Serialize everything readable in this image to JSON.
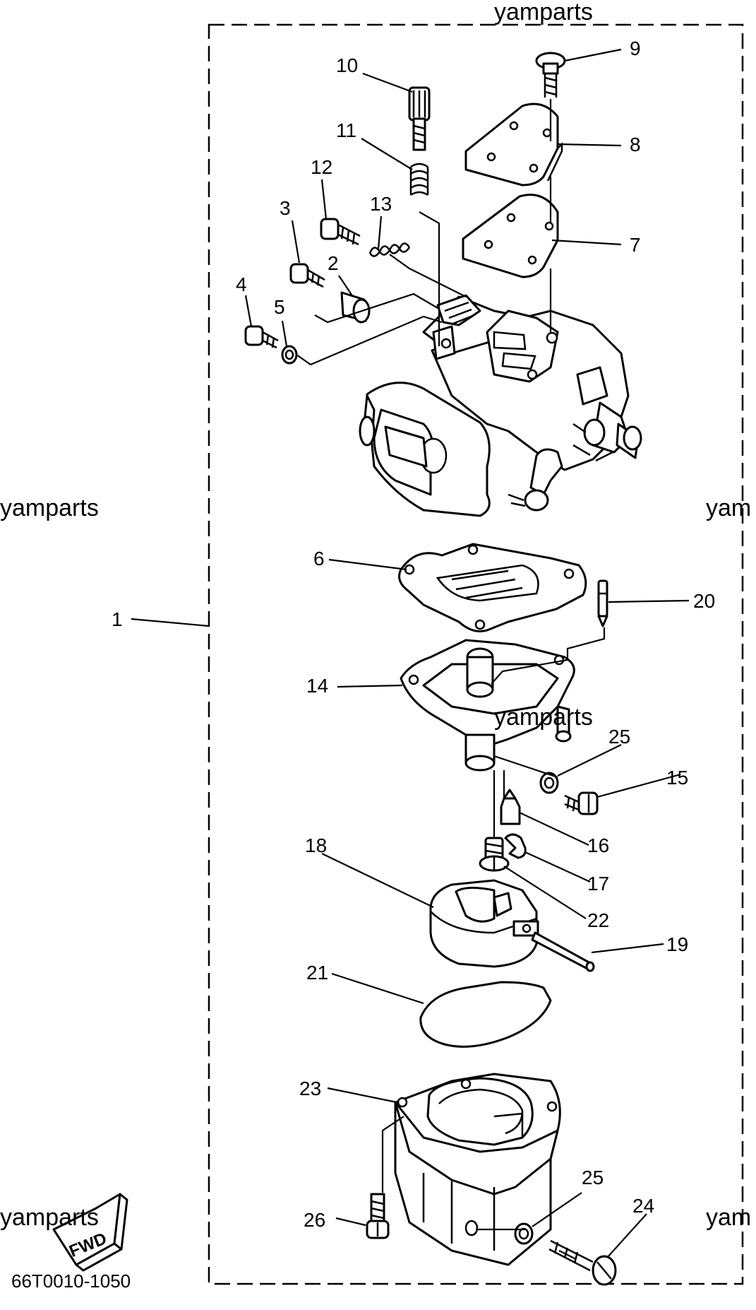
{
  "watermark": "yamparts",
  "watermark_cut": "yam",
  "part_code": "66T0010-1050",
  "fwd_label": "FWD",
  "callouts": {
    "c1": "1",
    "c2": "2",
    "c3": "3",
    "c4": "4",
    "c5": "5",
    "c6": "6",
    "c7": "7",
    "c8": "8",
    "c9": "9",
    "c10": "10",
    "c11": "11",
    "c12": "12",
    "c13": "13",
    "c14": "14",
    "c15": "15",
    "c16": "16",
    "c17": "17",
    "c18": "18",
    "c19": "19",
    "c20": "20",
    "c21": "21",
    "c22": "22",
    "c23": "23",
    "c24": "24",
    "c25a": "25",
    "c25b": "25",
    "c26": "26"
  }
}
